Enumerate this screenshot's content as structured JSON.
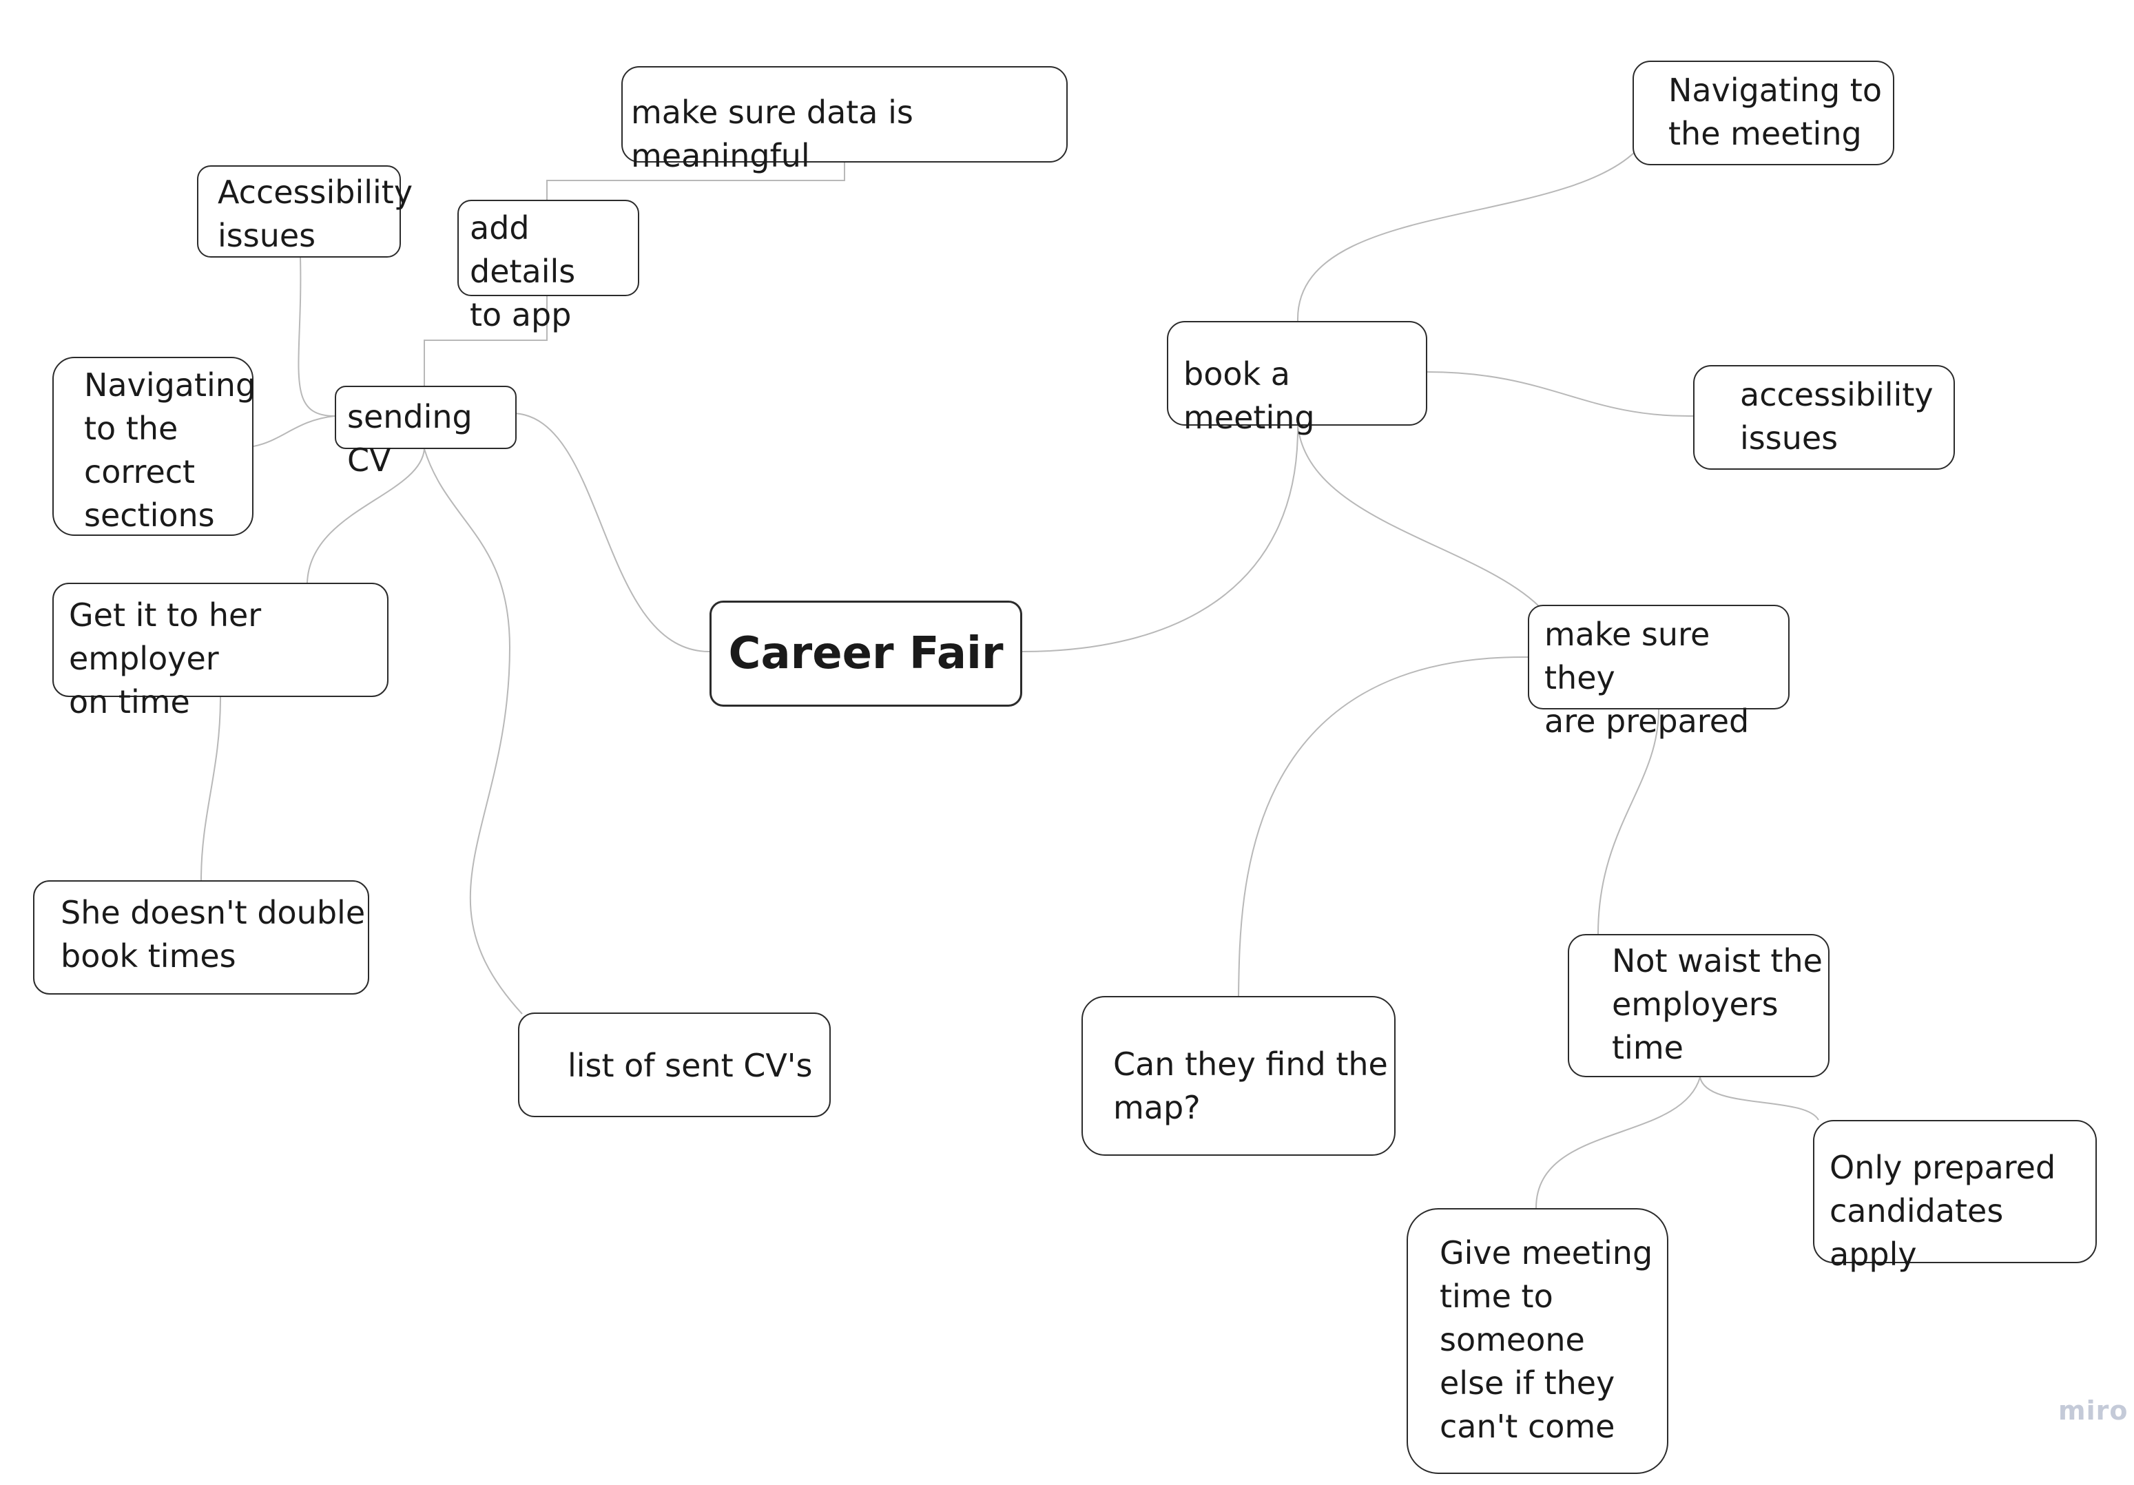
{
  "board": {
    "watermark": "miro",
    "edge_color": "#b8b8b8",
    "node_border_color": "#2b2b2b"
  },
  "nodes": {
    "career_fair": "Career Fair",
    "sending_cv": "sending CV",
    "add_details": "add details\nto app",
    "meaningful_data": "make sure data is meaningful",
    "accessibility_left": "Accessibility\nissues",
    "navigating_sections": "Navigating\nto the\ncorrect\nsections",
    "get_to_employer": "Get it to her employer\non time",
    "double_book": "She doesn't double\nbook times",
    "sent_cv_list": "list of sent CV's",
    "book_meeting": "book a meeting",
    "navigating_meeting": "Navigating to\nthe meeting",
    "accessibility_right": "accessibility\nissues",
    "prepared": "make sure they\nare prepared",
    "find_map": "Can they find the\nmap?",
    "not_waste": "Not waist the\nemployers\ntime",
    "only_prepared": "Only prepared\ncandidates apply",
    "give_time": "Give meeting\ntime to\nsomeone\nelse if they\ncan't come"
  }
}
